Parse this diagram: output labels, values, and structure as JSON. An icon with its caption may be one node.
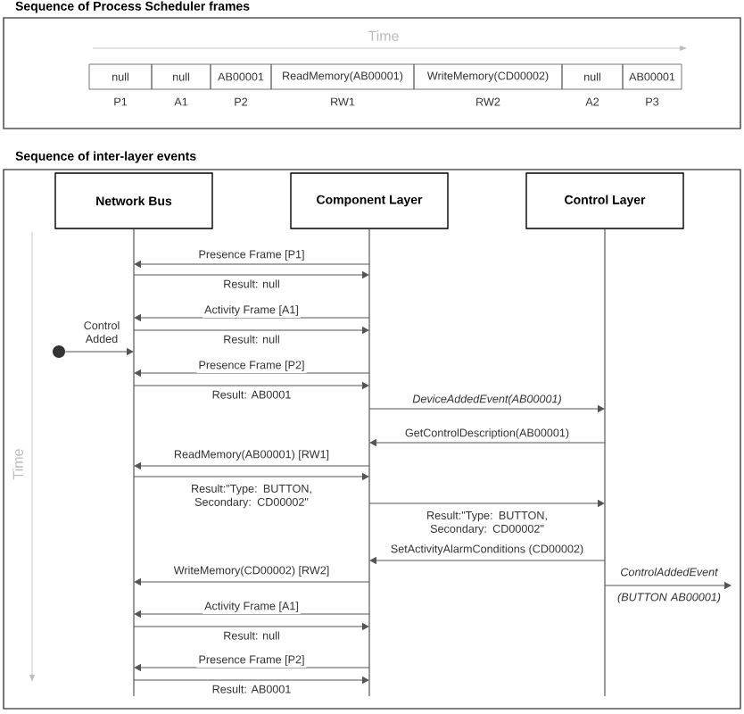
{
  "diagram": {
    "nodes": [
      {
        "text": [
          "Sequence of Process Scheduler frames"
        ]
      },
      {
        "text": [
          "null"
        ],
        "in": 0,
        "beside": [
          "P1"
        ]
      },
      {
        "text": [
          "null"
        ],
        "in": 0,
        "beside": [
          "A1"
        ]
      },
      {
        "text": [
          "AB00001"
        ],
        "in": 0,
        "beside": [
          "P2"
        ]
      },
      {
        "text": [
          "ReadMemory(AB00001)"
        ],
        "in": 0,
        "beside": [
          "RW1"
        ]
      },
      {
        "text": [
          "WriteMemory(CD00002)"
        ],
        "in": 0,
        "beside": [
          "RW2"
        ]
      },
      {
        "text": [
          "null"
        ],
        "in": 0,
        "beside": [
          "A2"
        ]
      },
      {
        "text": [
          "AB00001"
        ],
        "in": 0,
        "beside": [
          "P3"
        ]
      },
      {
        "text": [
          "Sequence of inter-layer events"
        ]
      },
      {
        "text": [
          "Network Bus"
        ],
        "in": 8
      },
      {
        "text": [
          "Component Layer"
        ],
        "in": 8
      },
      {
        "text": [
          "Control Layer"
        ],
        "in": 8
      },
      {
        "text": [],
        "shape": "circle",
        "in": 8
      }
    ],
    "edges": [
      {
        "from": 10,
        "to": 9,
        "arrow": "to",
        "label": "Presence Frame [P1]"
      },
      {
        "from": 9,
        "to": 10,
        "arrow": "to",
        "label": "Result: null"
      },
      {
        "from": 10,
        "to": 9,
        "arrow": "to",
        "label": "Activity Frame [A1]"
      },
      {
        "from": 9,
        "to": 10,
        "arrow": "to",
        "label": "Result: null"
      },
      {
        "from": 12,
        "to": 9,
        "arrow": "to",
        "label": "Control Added"
      },
      {
        "from": 10,
        "to": 9,
        "arrow": "to",
        "label": "Presence Frame [P2]"
      },
      {
        "from": 9,
        "to": 10,
        "arrow": "to",
        "label": "Result: AB0001"
      },
      {
        "from": 10,
        "to": 11,
        "arrow": "to",
        "label": "DeviceAddedEvent(AB00001)"
      },
      {
        "from": 11,
        "to": 10,
        "arrow": "to",
        "label": "GetControlDescription(AB00001)"
      },
      {
        "from": 10,
        "to": 9,
        "arrow": "to",
        "label": "ReadMemory(AB00001)  [RW1]"
      },
      {
        "from": 9,
        "to": 10,
        "arrow": "to",
        "label": "Result:\"Type: BUTTON, Secondary: CD00002\""
      },
      {
        "from": 10,
        "to": 11,
        "arrow": "to",
        "label": "Result:\"Type: BUTTON, Secondary: CD00002\""
      },
      {
        "from": 11,
        "to": 10,
        "arrow": "to",
        "label": "SetActivityAlarmConditions (CD00002)"
      },
      {
        "from": 10,
        "to": 9,
        "arrow": "to",
        "label": "WriteMemory(CD00002)  [RW2]"
      },
      {
        "from": 11,
        "to": null,
        "arrow": "to",
        "label": "ControlAddedEvent (BUTTON AB00001)"
      },
      {
        "from": 10,
        "to": 9,
        "arrow": "to",
        "label": "Activity Frame [A1]"
      },
      {
        "from": 9,
        "to": 10,
        "arrow": "to",
        "label": "Result: null"
      },
      {
        "from": 10,
        "to": 9,
        "arrow": "to",
        "label": "Presence Frame [P2]"
      },
      {
        "from": 9,
        "to": 10,
        "arrow": "to",
        "label": "Result: AB0001"
      }
    ],
    "labels": [
      "Time",
      "Time"
    ]
  }
}
